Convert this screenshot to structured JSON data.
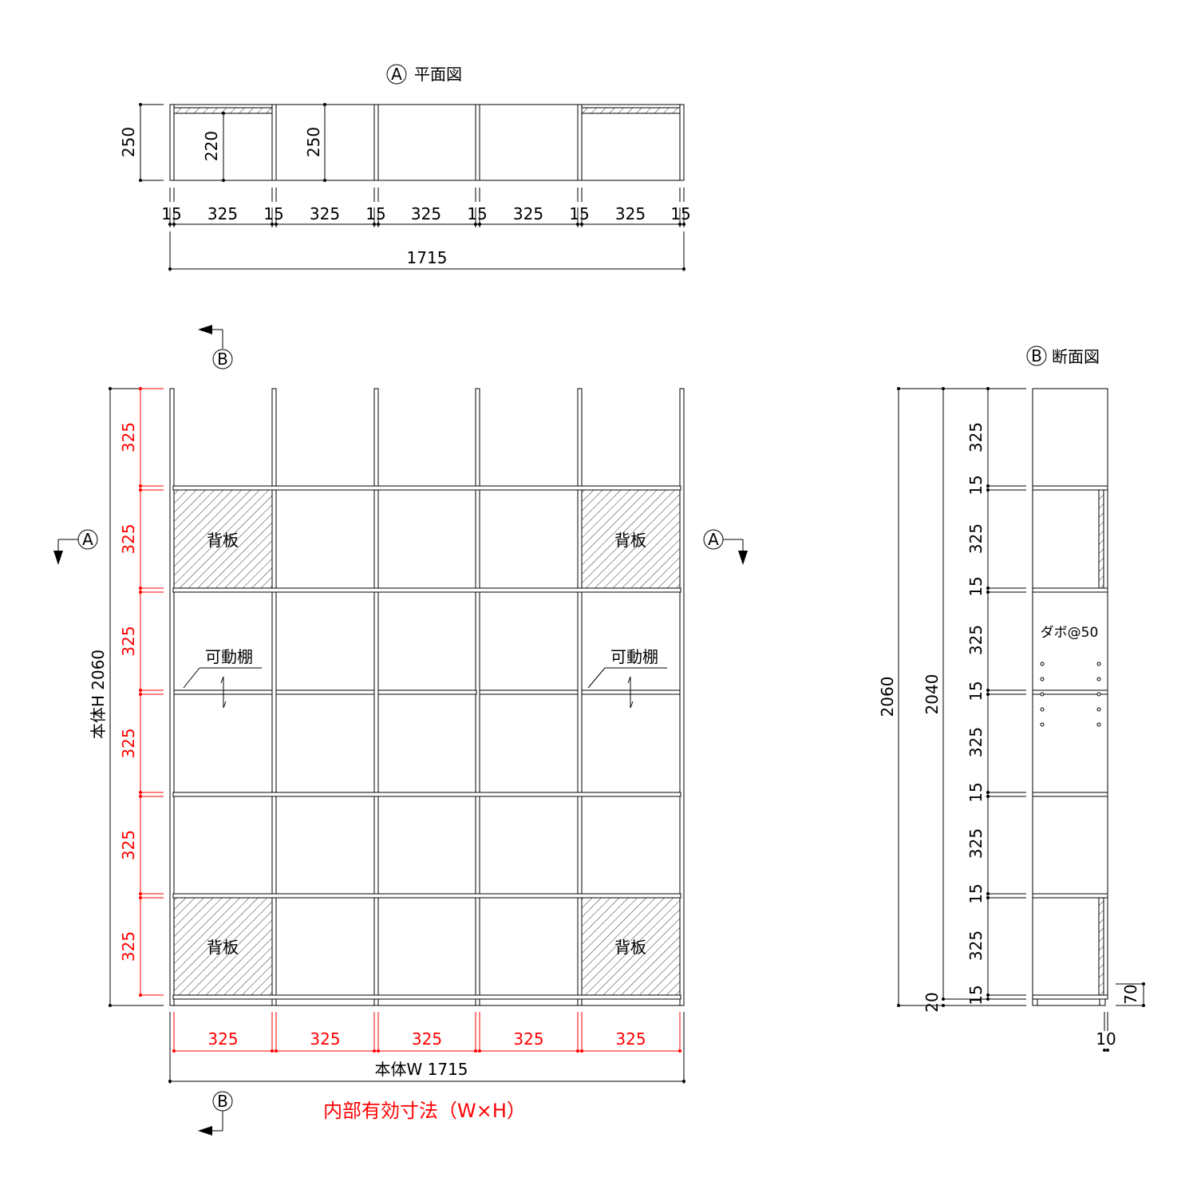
{
  "colors": {
    "line": "#000000",
    "inner_dim": "#ff0000"
  },
  "plan": {
    "marker": "A",
    "title": "平面図",
    "depth_total": "250",
    "depth_inner": "220",
    "depth_outer": "250",
    "widths": [
      "15",
      "325",
      "15",
      "325",
      "15",
      "325",
      "15",
      "325",
      "15",
      "325",
      "15"
    ],
    "total": "1715"
  },
  "elevation": {
    "marker_b_top": "B",
    "marker_b_bottom": "B",
    "marker_a_left": "A",
    "marker_a_right": "A",
    "back_panel_label": "背板",
    "movable_shelf_label": "可動棚",
    "height_label": "本体H 2060",
    "width_label": "本体W 1715",
    "inner_heights": [
      "325",
      "325",
      "325",
      "325",
      "325",
      "325"
    ],
    "inner_widths": [
      "325",
      "325",
      "325",
      "325",
      "325"
    ],
    "inner_note": "内部有効寸法（W×H）"
  },
  "section": {
    "marker": "B",
    "title": "断面図",
    "total": "2060",
    "body": "2040",
    "plinth": "20",
    "dims": [
      "325",
      "15",
      "325",
      "15",
      "325",
      "15",
      "325",
      "15",
      "325",
      "15",
      "325",
      "15"
    ],
    "dowel_note": "ダボ@50",
    "base_height": "70",
    "setback": "10"
  }
}
